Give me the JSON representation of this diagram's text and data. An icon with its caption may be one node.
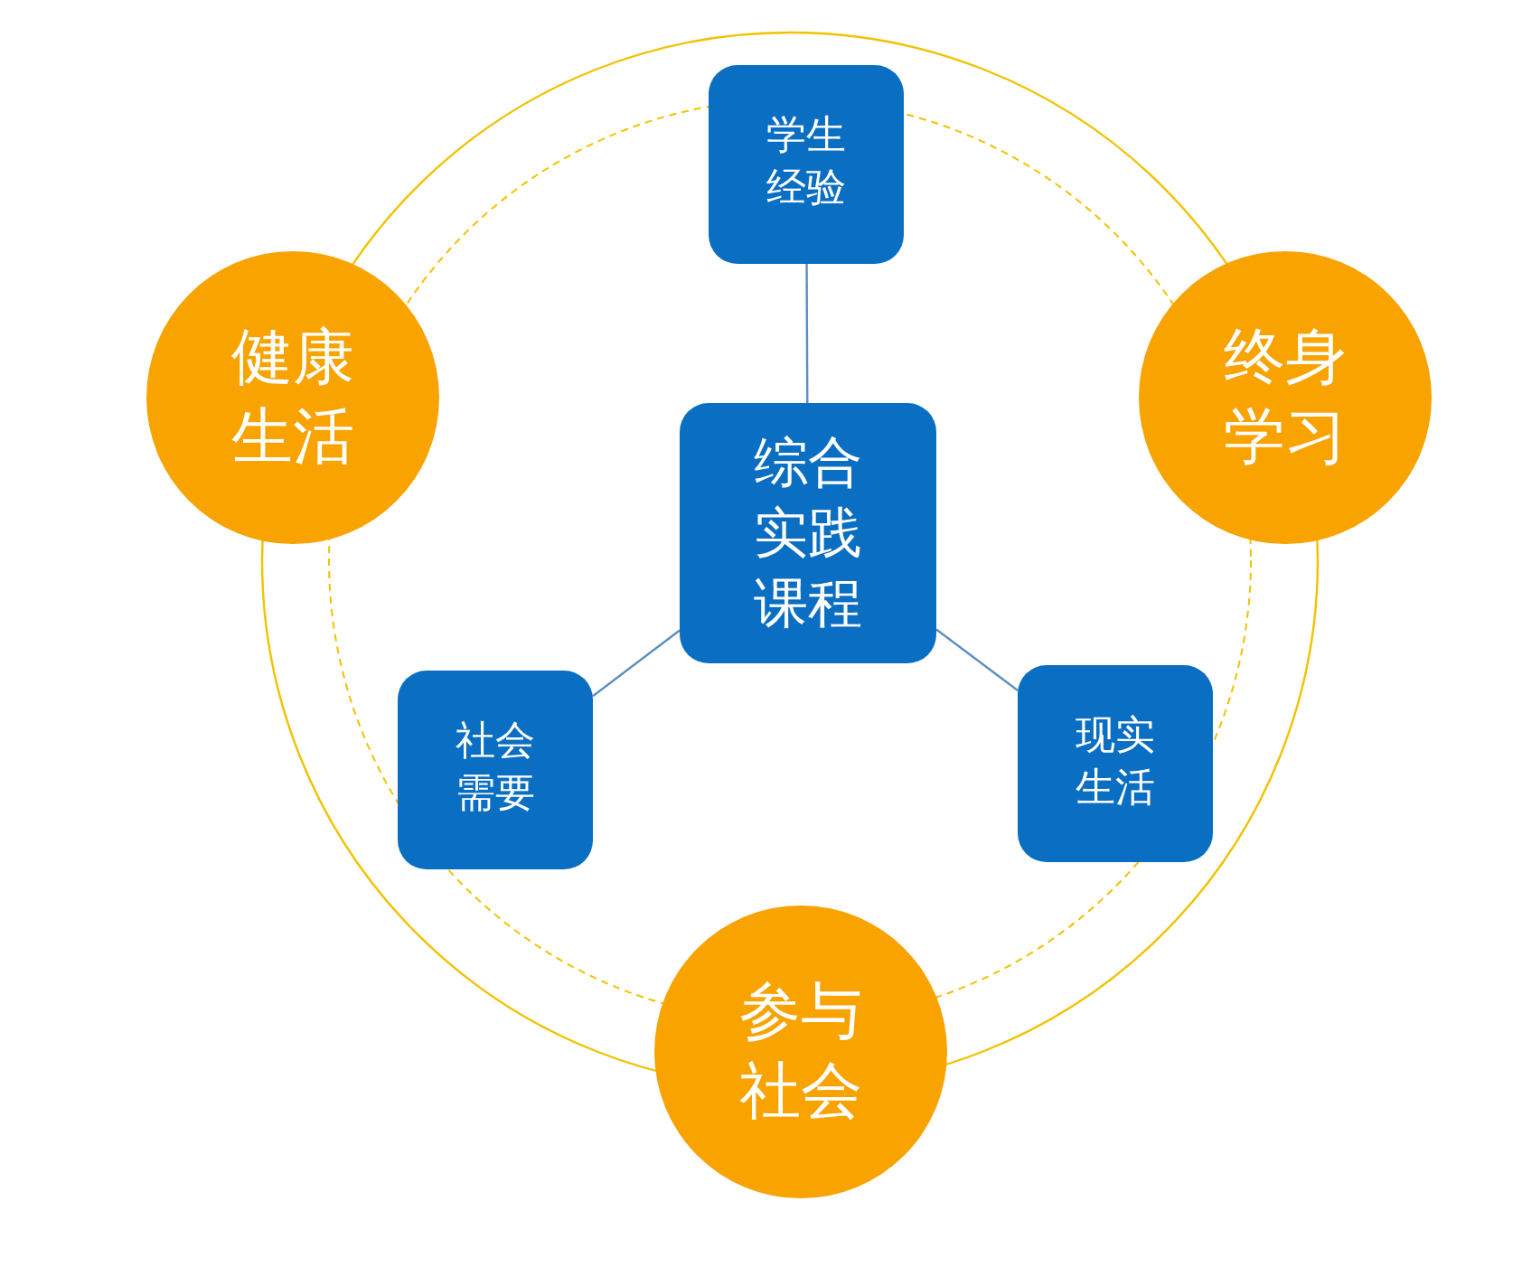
{
  "diagram": {
    "nodes": [
      {
        "text": [
          "综合实践课程"
        ]
      },
      {
        "text": [
          "学生经验"
        ]
      },
      {
        "text": [
          "社会需要"
        ]
      },
      {
        "text": [
          "现实生活"
        ]
      },
      {
        "text": [
          "健康生活"
        ]
      },
      {
        "text": [
          "终身学习"
        ]
      },
      {
        "text": [
          "参与社会"
        ]
      }
    ],
    "edges": [
      {
        "from": 0,
        "to": 1,
        "arrow": "none"
      },
      {
        "from": 0,
        "to": 2,
        "arrow": "none"
      },
      {
        "from": 0,
        "to": 3,
        "arrow": "none"
      }
    ]
  }
}
